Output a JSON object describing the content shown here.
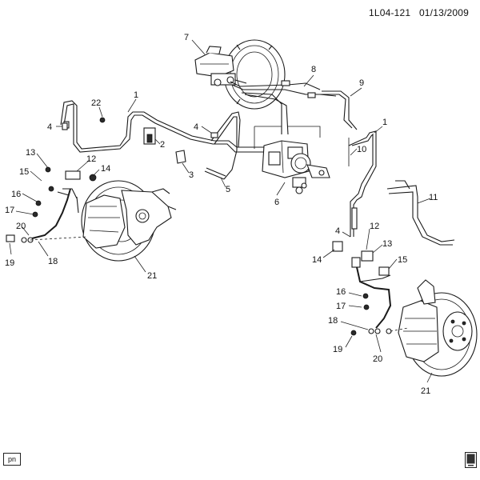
{
  "header": {
    "code": "1L04-121",
    "date": "01/13/2009"
  },
  "footer": {
    "pn_label": "pn"
  },
  "callouts": {
    "c1a": "1",
    "c1b": "1",
    "c2": "2",
    "c3": "3",
    "c4a": "4",
    "c4b": "4",
    "c4c": "4",
    "c5": "5",
    "c6": "6",
    "c7": "7",
    "c8": "8",
    "c9": "9",
    "c10": "10",
    "c11": "11",
    "c12a": "12",
    "c12b": "12",
    "c13a": "13",
    "c13b": "13",
    "c14a": "14",
    "c14b": "14",
    "c15a": "15",
    "c15b": "15",
    "c16a": "16",
    "c16b": "16",
    "c17a": "17",
    "c17b": "17",
    "c18a": "18",
    "c18b": "18",
    "c19a": "19",
    "c19b": "19",
    "c20a": "20",
    "c20b": "20",
    "c21a": "21",
    "c21b": "21",
    "c22": "22"
  },
  "icons": {
    "logo": "gm-logo-icon"
  }
}
